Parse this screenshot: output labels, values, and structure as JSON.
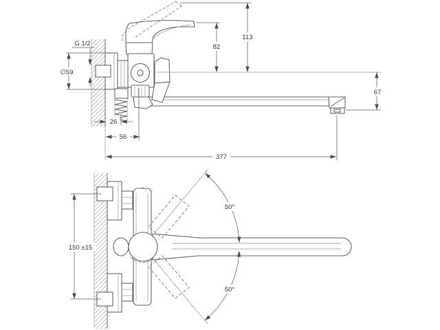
{
  "page": {
    "background": "#ffffff",
    "outline_color": "#5f5f5f",
    "dimension_color": "#5c5c5c",
    "hatch_color": "#b0b0b0"
  },
  "top_view": {
    "dims": {
      "thread_label": "G 1/2",
      "flange_diameter": "∅59",
      "handle_height": "82",
      "raised_handle_height": "113",
      "spout_end_drop": "67",
      "hose_offset": "26",
      "wall_to_valve_center": "56",
      "spout_reach": "377"
    }
  },
  "front_view": {
    "dims": {
      "mounting_centers": "150 ±15",
      "swivel_angle_upper": "50°",
      "swivel_angle_lower": "50°"
    }
  }
}
